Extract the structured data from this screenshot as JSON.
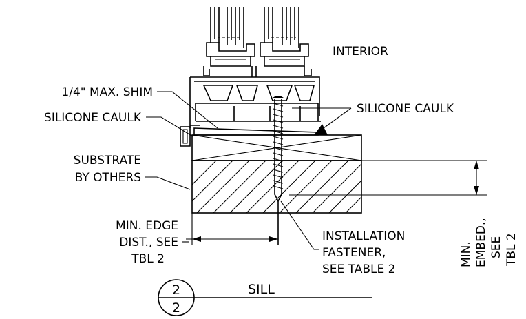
{
  "labels": {
    "interior": "INTERIOR",
    "shim": "1/4\" MAX. SHIM",
    "caulk_left": "SILICONE CAULK",
    "caulk_right": "SILICONE CAULK",
    "substrate_1": "SUBSTRATE",
    "substrate_2": "BY OTHERS",
    "edge_1": "MIN. EDGE",
    "edge_2": "DIST., SEE",
    "edge_3": "TBL 2",
    "fastener_1": "INSTALLATION",
    "fastener_2": "FASTENER,",
    "fastener_3": "SEE TABLE 2",
    "embed_1": "MIN.",
    "embed_2": "EMBED.,",
    "embed_3": "SEE",
    "embed_4": "TBL 2"
  },
  "title_block": {
    "detail_number": "2",
    "sheet_number": "2",
    "title": "SILL"
  },
  "colors": {
    "line": "#000000",
    "background": "#ffffff"
  }
}
